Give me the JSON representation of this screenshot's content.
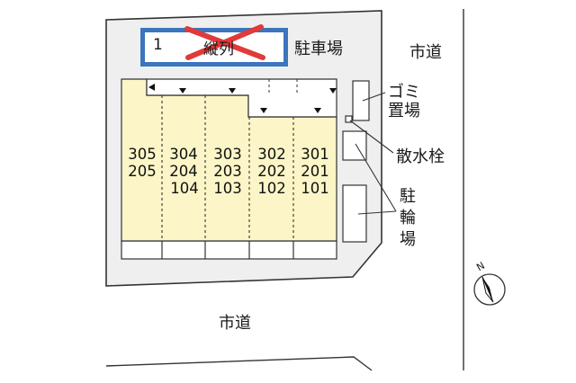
{
  "parking_space": {
    "number": "1",
    "status_text": "縦列"
  },
  "labels": {
    "parking": "駐車場",
    "road_top": "市道",
    "road_bottom": "市道",
    "garbage": [
      "ゴミ",
      "置場"
    ],
    "sprinkler": "散水栓",
    "bicycle": [
      "駐",
      "輪",
      "場"
    ],
    "north": "N"
  },
  "units": [
    {
      "rooms": [
        "305",
        "205",
        "104"
      ]
    },
    {
      "rooms": [
        "304",
        "204",
        ""
      ]
    },
    {
      "rooms": [
        "303",
        "203",
        "103"
      ]
    },
    {
      "rooms": [
        "302",
        "202",
        "102"
      ]
    },
    {
      "rooms": [
        "301",
        "201",
        "101"
      ]
    }
  ],
  "colors": {
    "site_fill": "#efeff0",
    "building_fill": "#fbf5c7",
    "parking_fill": "#3c74bd",
    "parking_inner": "#ffffff",
    "cross_mark": "#e03a3a",
    "outline": "#333333"
  }
}
